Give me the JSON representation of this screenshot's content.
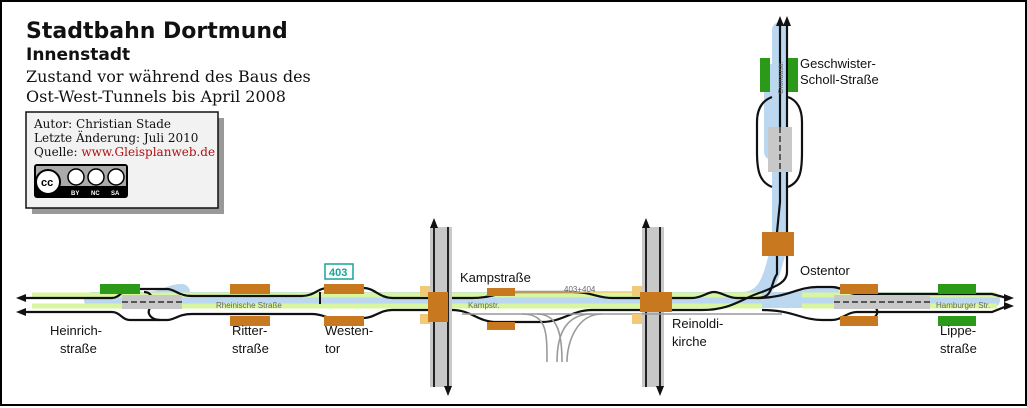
{
  "header": {
    "title": "Stadtbahn Dortmund",
    "subtitle": "Innenstadt",
    "description_line1": "Zustand vor während des Baus des",
    "description_line2": "Ost-West-Tunnels bis April 2008"
  },
  "infobox": {
    "author": "Autor: Christian Stade",
    "updated": "Letzte Änderung: Juli 2010",
    "source_label": "Quelle: ",
    "source_link": "www.Gleisplanweb.de",
    "license": {
      "cc": "cc",
      "by": "BY",
      "nc": "NC",
      "sa": "SA"
    }
  },
  "stations": {
    "heinrichstrasse": {
      "line1": "Heinrich-",
      "line2": "straße"
    },
    "ritterstrasse": {
      "line1": "Ritter-",
      "line2": "straße"
    },
    "westentor": {
      "line1": "Westen-",
      "line2": "tor"
    },
    "kampstrasse": {
      "line1": "Kampstraße"
    },
    "reinoldikirche": {
      "line1": "Reinoldi-",
      "line2": "kirche"
    },
    "ostentor": {
      "line1": "Ostentor"
    },
    "geschwister_scholl": {
      "line1": "Geschwister-",
      "line2": "Scholl-Straße"
    },
    "lippestrasse": {
      "line1": "Lippe-",
      "line2": "straße"
    }
  },
  "small_labels": {
    "rheinische": "Rheinische Straße",
    "kampstr": "Kampstr.",
    "line_403_404": "403+404",
    "hamburger": "Hamburger Str.",
    "gronaustr": "Gronaustr."
  },
  "badge": {
    "line": "403"
  },
  "colors": {
    "tunnel": "#bcd8f0",
    "track": "#111111",
    "highlight": "#d8f5a0",
    "station": "#c8781e",
    "station_green": "#2a9a18",
    "cross_line": "#b0b0b0",
    "accent_orange": "#f2c879",
    "badge": "#1aa398",
    "link": "#b01010"
  }
}
